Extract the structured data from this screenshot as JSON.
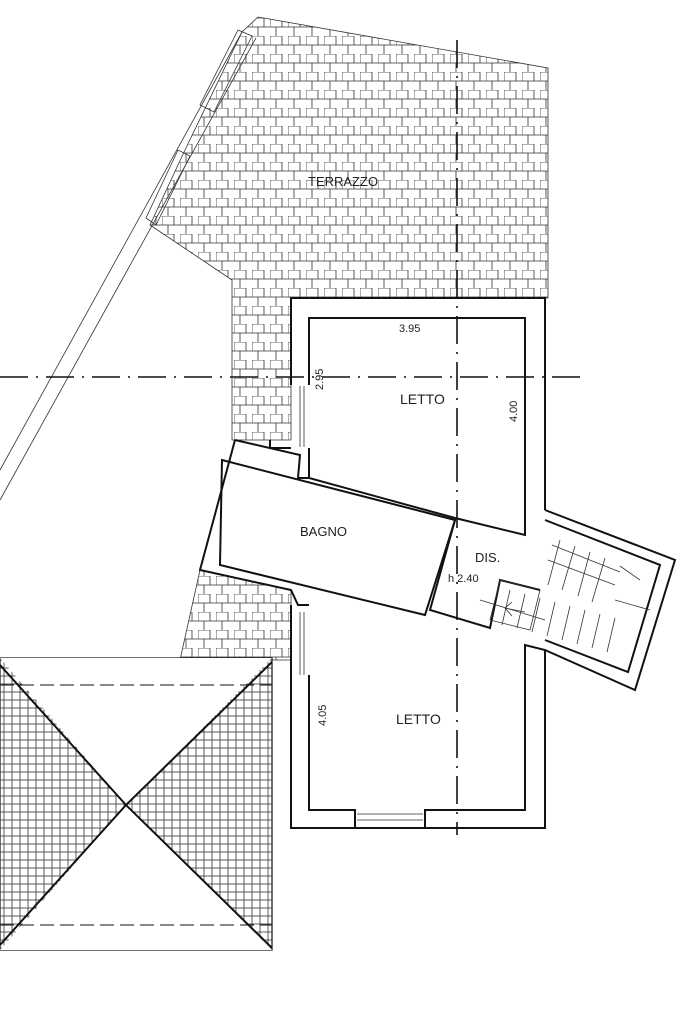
{
  "plan": {
    "terrace_label": "TERRAZZO",
    "bedroom_top": {
      "label": "LETTO",
      "width_dim": "3.95",
      "depth_dim": "4.00",
      "side_dim": "2.95"
    },
    "bathroom": {
      "label": "BAGNO"
    },
    "hallway": {
      "label": "DIS.",
      "height_note": "h 2.40"
    },
    "bedroom_bottom": {
      "label": "LETTO",
      "side_dim": "4.05"
    }
  }
}
